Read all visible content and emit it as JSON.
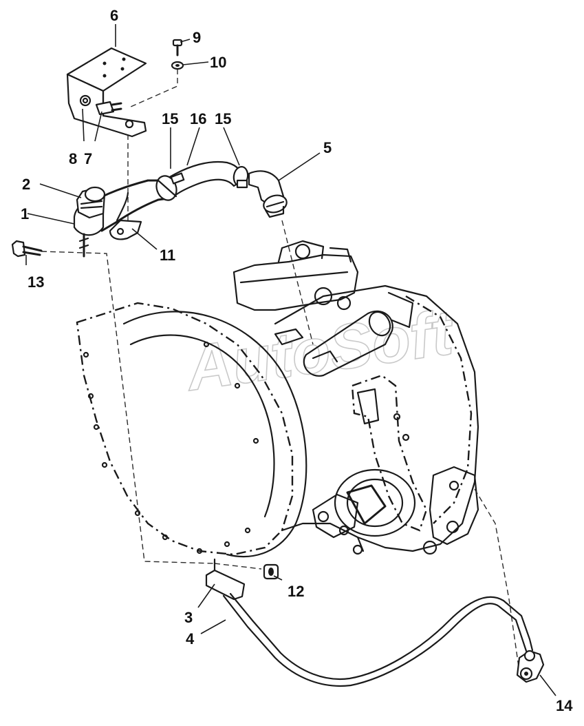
{
  "watermark": "AutoSoft",
  "callouts": [
    {
      "id": "6",
      "label": "6"
    },
    {
      "id": "9",
      "label": "9"
    },
    {
      "id": "10",
      "label": "10"
    },
    {
      "id": "8",
      "label": "8"
    },
    {
      "id": "7",
      "label": "7"
    },
    {
      "id": "15a",
      "label": "15"
    },
    {
      "id": "16",
      "label": "16"
    },
    {
      "id": "15b",
      "label": "15"
    },
    {
      "id": "5",
      "label": "5"
    },
    {
      "id": "2",
      "label": "2"
    },
    {
      "id": "1",
      "label": "1"
    },
    {
      "id": "11",
      "label": "11"
    },
    {
      "id": "13",
      "label": "13"
    },
    {
      "id": "12",
      "label": "12"
    },
    {
      "id": "3",
      "label": "3"
    },
    {
      "id": "4",
      "label": "4"
    },
    {
      "id": "14",
      "label": "14"
    }
  ]
}
